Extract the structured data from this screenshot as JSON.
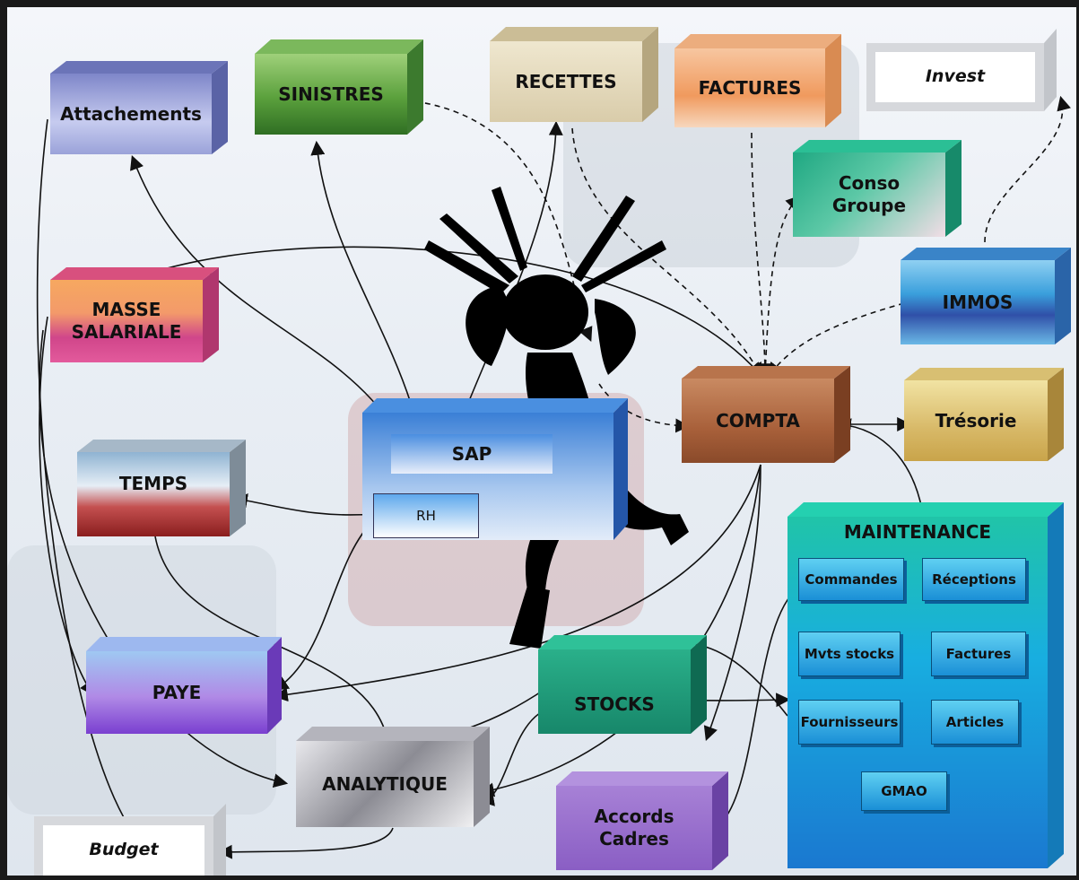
{
  "nodes": {
    "attachements": "Attachements",
    "sinistres": "SINISTRES",
    "recettes": "RECETTES",
    "factures": "FACTURES",
    "invest": "Invest",
    "conso_groupe": "Conso\nGroupe",
    "immos": "IMMOS",
    "masse_salariale": "MASSE\nSALARIALE",
    "compta": "COMPTA",
    "tresorie": "Trésorie",
    "sap": "SAP",
    "rh": "RH",
    "temps": "TEMPS",
    "paye": "PAYE",
    "stocks": "STOCKS",
    "analytique": "ANALYTIQUE",
    "accords_cadres": "Accords\nCadres",
    "budget": "Budget",
    "maintenance": "MAINTENANCE"
  },
  "maintenance_items": {
    "commandes": "Commandes",
    "receptions": "Réceptions",
    "mvts_stocks": "Mvts stocks",
    "factures": "Factures",
    "fournisseurs": "Fournisseurs",
    "articles": "Articles",
    "gmao": "GMAO"
  },
  "colors": {
    "frame": "#1a1a1a",
    "maintenance": "#19b6d8",
    "compta": "#a8603a",
    "stocks": "#1f9e78",
    "accords": "#9b6cc6"
  }
}
